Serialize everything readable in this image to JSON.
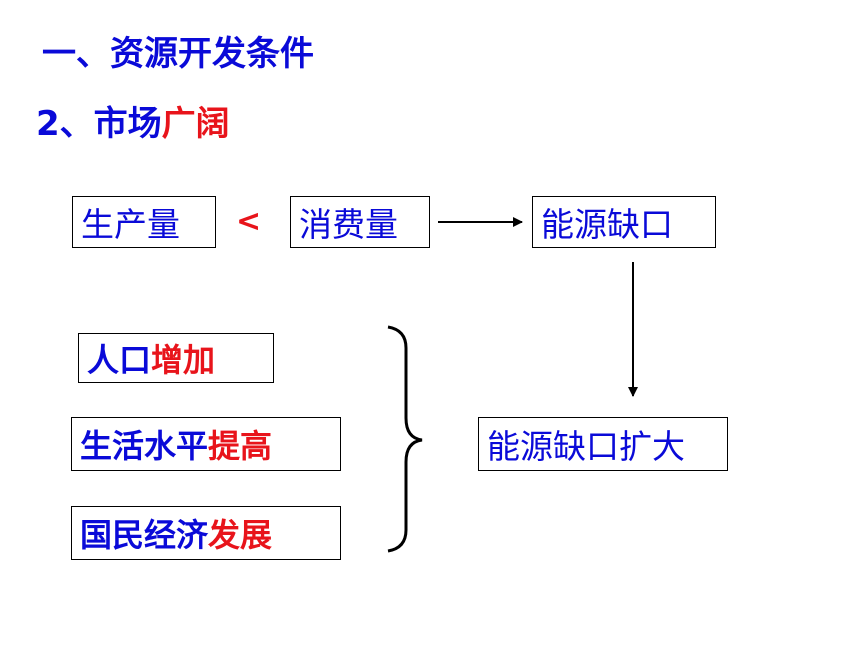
{
  "heading": {
    "title": "一、资源开发条件",
    "subtitle_prefix": "2、市场",
    "subtitle_highlight": "广阔"
  },
  "flow": {
    "production": "生产量",
    "less_than": "<",
    "consumption": "消费量",
    "energy_gap": "能源缺口"
  },
  "causes": [
    {
      "blue": "人口",
      "red": "增加"
    },
    {
      "blue": "生活水平",
      "red": "提高"
    },
    {
      "blue": "国民经济",
      "red": "发展"
    }
  ],
  "result": "能源缺口扩大",
  "colors": {
    "blue": "#0a0ad8",
    "red": "#e8141b"
  }
}
